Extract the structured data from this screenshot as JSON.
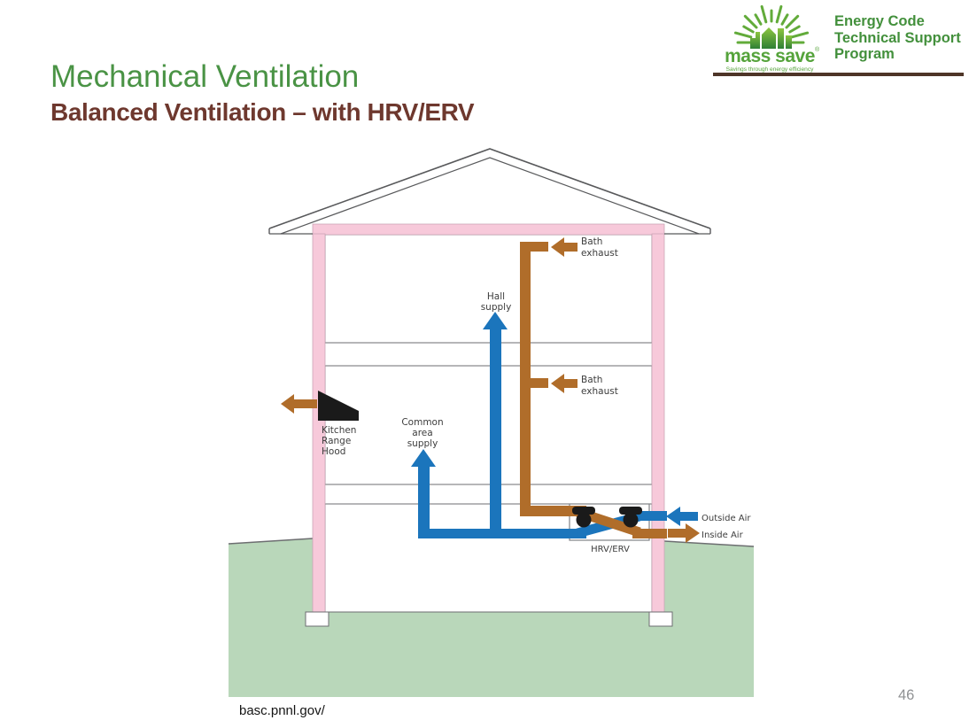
{
  "slide": {
    "title": "Mechanical Ventilation",
    "subtitle": "Balanced Ventilation – with HRV/ERV",
    "page_number": "46",
    "source_url": "basc.pnnl.gov/"
  },
  "logo": {
    "brand": "mass save",
    "registered": "®",
    "tagline": "Savings through energy efficiency",
    "program": [
      "Energy Code",
      "Technical Support",
      "Program"
    ]
  },
  "diagram": {
    "labels": {
      "bath_exhaust_upper": [
        "Bath",
        "exhaust"
      ],
      "bath_exhaust_lower": [
        "Bath",
        "exhaust"
      ],
      "hall_supply": [
        "Hall",
        "supply"
      ],
      "common_area_supply": [
        "Common",
        "area",
        "supply"
      ],
      "kitchen_range_hood": [
        "Kitchen",
        "Range",
        "Hood"
      ],
      "outside_air": "Outside Air",
      "inside_air": "Inside Air",
      "hrv_erv": "HRV/ERV"
    },
    "colors": {
      "supply_duct_blue": "#1b75bc",
      "exhaust_duct_brown": "#b06d2a",
      "insulated_wall_pink": "#f7c9da",
      "ground_green": "#b9d7ba",
      "outline_gray": "#6d6e71"
    }
  },
  "theme": {
    "title_green": "#4a9345",
    "subtitle_maroon": "#6e382e",
    "logo_green": "#43903c",
    "rule_brown": "#4e3528",
    "page_number_gray": "#8f9193"
  }
}
